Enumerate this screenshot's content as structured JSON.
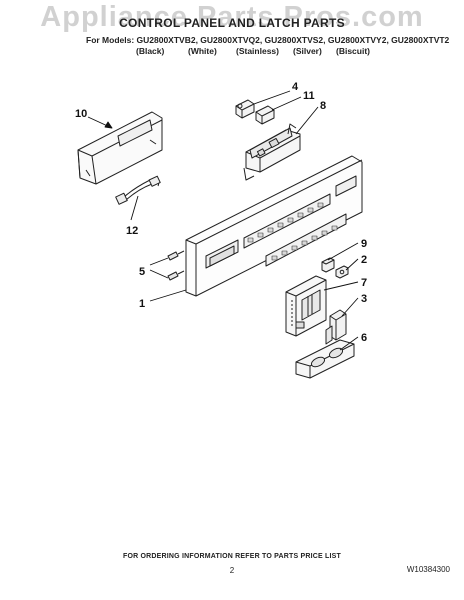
{
  "watermark": "Appliance Parts Pros.com",
  "title": "CONTROL PANEL AND LATCH PARTS",
  "models_line": "For Models: GU2800XTVB2, GU2800XTVQ2, GU2800XTVS2, GU2800XTVY2, GU2800XTVT2",
  "colors": [
    "(Black)",
    "(White)",
    "(Stainless)",
    "(Silver)",
    "(Biscuit)"
  ],
  "callouts": [
    "10",
    "4",
    "11",
    "8",
    "12",
    "9",
    "2",
    "5",
    "7",
    "3",
    "1",
    "6"
  ],
  "footer": "FOR ORDERING INFORMATION REFER TO PARTS PRICE LIST",
  "page_number": "2",
  "document_number": "W10384300"
}
